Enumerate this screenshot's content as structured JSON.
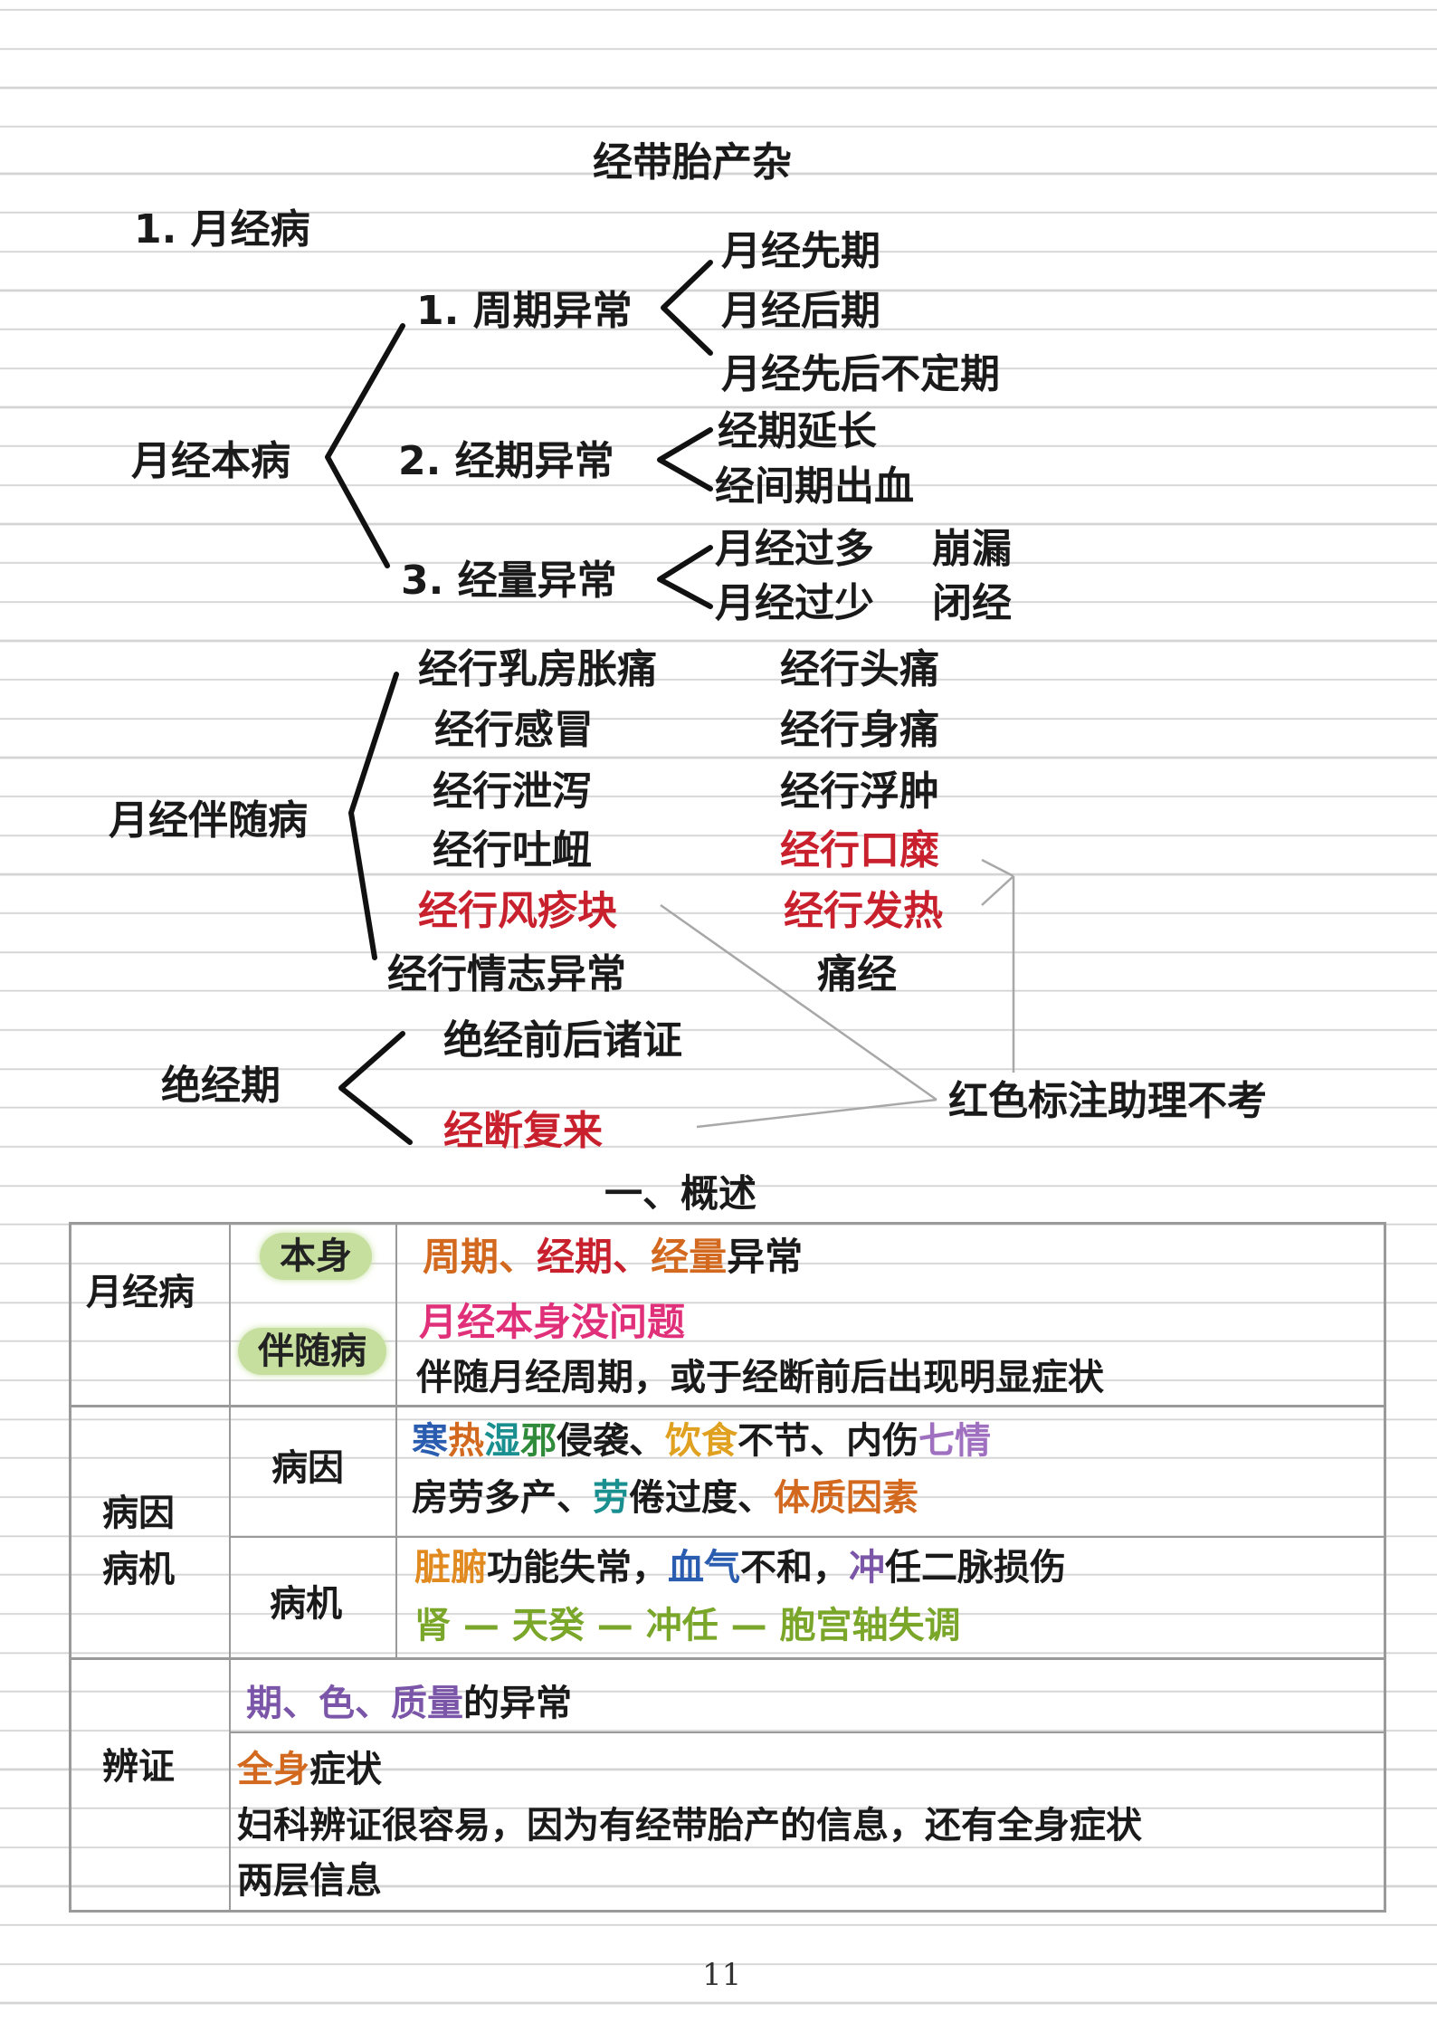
{
  "title": "经带胎产杂",
  "section1": {
    "heading": "1. 月经病"
  },
  "tree": {
    "root_benbing": "月经本病",
    "cycle": {
      "label": "1. 周期异常",
      "items": [
        "月经先期",
        "月经后期",
        "月经先后不定期"
      ]
    },
    "period": {
      "label": "2. 经期异常",
      "items": [
        "经期延长",
        "经间期出血"
      ]
    },
    "volume": {
      "label": "3. 经量异常",
      "items": [
        "月经过多",
        "崩漏",
        "月经过少",
        "闭经"
      ]
    },
    "root_banbing": "月经伴随病",
    "accompany_left": [
      "经行乳房胀痛",
      "经行感冒",
      "经行泄泻",
      "经行吐衄",
      "经行风疹块",
      "经行情志异常"
    ],
    "accompany_right": [
      "经行头痛",
      "经行身痛",
      "经行浮肿",
      "经行口糜",
      "经行发热",
      "痛经"
    ],
    "root_juejing": "绝经期",
    "menopause_items": [
      "绝经前后诸证",
      "经断复来"
    ],
    "note": "红色标注助理不考"
  },
  "overview": {
    "heading": "一、概述",
    "row1": {
      "label": "月经病",
      "benshen_tag": "本身",
      "benshen_parts": [
        "周期",
        "、",
        "经期",
        "、",
        "经量",
        "异常"
      ],
      "banbing_tag": "伴随病",
      "banbing_line1": "月经本身没问题",
      "banbing_line2": "伴随月经周期，或于经断前后出现明显症状"
    },
    "row2": {
      "label_top": "病因",
      "label_bottom": "病机",
      "cause_label": "病因",
      "cause_line1": [
        "寒",
        "热",
        "湿",
        "邪",
        "侵袭、",
        "饮食",
        "不节、内伤",
        "七情"
      ],
      "cause_line2": [
        "房劳多产、",
        "劳",
        "倦过度、",
        "体质因素"
      ],
      "mech_label": "病机",
      "mech_line1": [
        "脏腑",
        "功能失常，",
        "血气",
        "不和，",
        "冲",
        "任二脉损伤"
      ],
      "mech_line2": "肾 — 天癸 — 冲任 — 胞宫轴失调"
    },
    "row3": {
      "label": "辨证",
      "line1": [
        "期、色、质量",
        "的异常"
      ],
      "line2": [
        "全身",
        "症状"
      ],
      "line3": "妇科辨证很容易，因为有经带胎产的信息，还有全身症状",
      "line4": "两层信息"
    }
  },
  "page_number": "11",
  "colors": {
    "red": "#c8202c",
    "orange": "#d2691e",
    "magenta": "#e0307a",
    "blue": "#2a5db0",
    "green": "#2f8a3a",
    "teal": "#1a8f8f",
    "purple": "#7a55a8",
    "yellow_green": "#7aa62a",
    "pill_green": "#c6df9f"
  }
}
